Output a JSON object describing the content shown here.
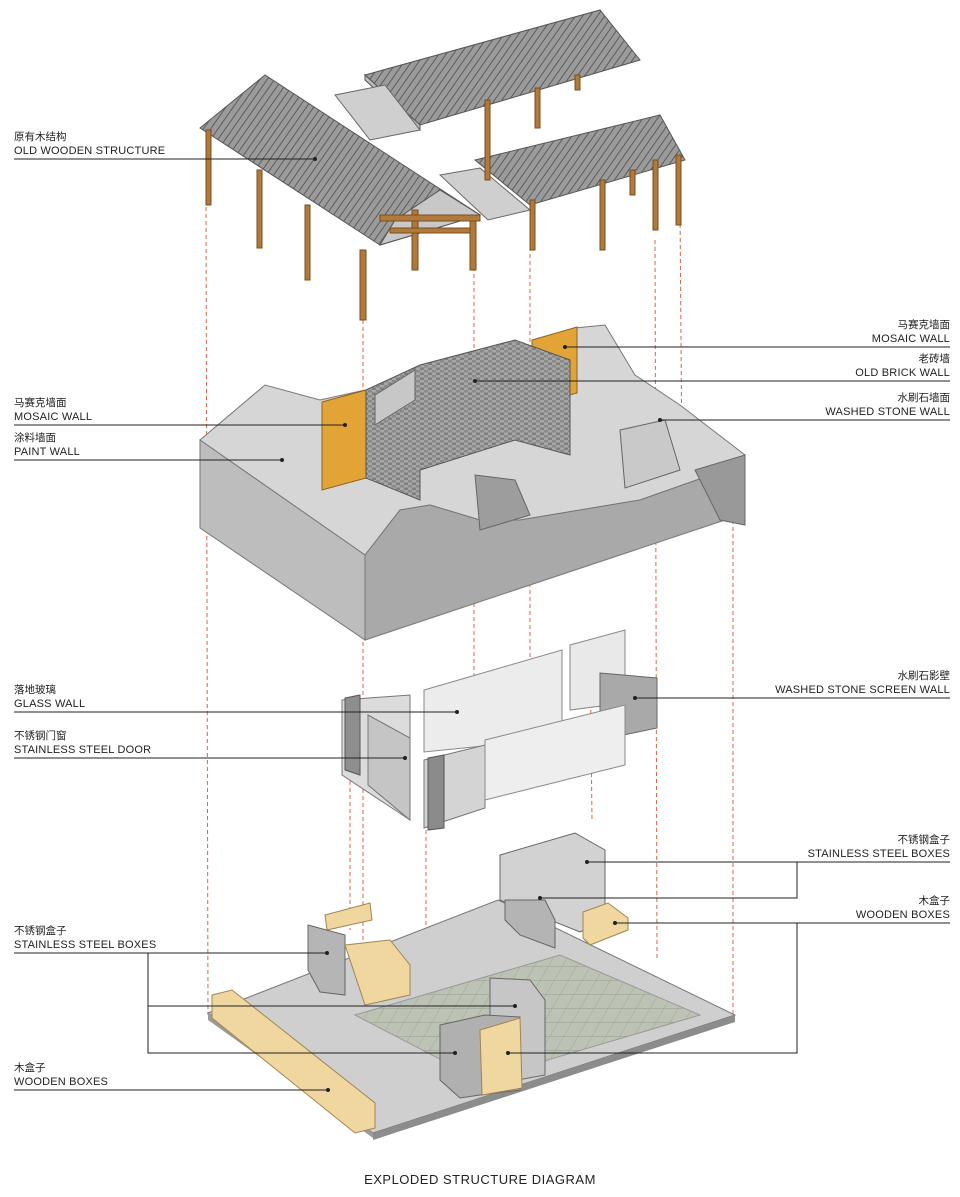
{
  "caption": "EXPLODED STRUCTURE DIAGRAM",
  "labels": {
    "old_wooden_structure": {
      "zh": "原有木结构",
      "en": "OLD WOODEN STRUCTURE"
    },
    "mosaic_wall_left": {
      "zh": "马赛克墙面",
      "en": "MOSAIC WALL"
    },
    "paint_wall": {
      "zh": "涂料墙面",
      "en": "PAINT WALL"
    },
    "mosaic_wall_right": {
      "zh": "马赛克墙面",
      "en": "MOSAIC WALL"
    },
    "old_brick_wall": {
      "zh": "老砖墙",
      "en": "OLD BRICK WALL"
    },
    "washed_stone_wall": {
      "zh": "水刷石墙面",
      "en": "WASHED STONE WALL"
    },
    "glass_wall": {
      "zh": "落地玻璃",
      "en": "GLASS WALL"
    },
    "stainless_steel_door": {
      "zh": "不锈钢门窗",
      "en": "STAINLESS STEEL DOOR"
    },
    "washed_stone_screen_wall": {
      "zh": "水刷石影壁",
      "en": "WASHED STONE SCREEN WALL"
    },
    "stainless_steel_boxes_right": {
      "zh": "不锈钢盒子",
      "en": "STAINLESS STEEL BOXES"
    },
    "wooden_boxes_right": {
      "zh": "木盒子",
      "en": "WOODEN BOXES"
    },
    "stainless_steel_boxes_left": {
      "zh": "不锈钢盒子",
      "en": "STAINLESS STEEL BOXES"
    },
    "wooden_boxes_left": {
      "zh": "木盒子",
      "en": "WOODEN BOXES"
    }
  },
  "colors": {
    "roof": "#8f8f8f",
    "timber": "#b07a3c",
    "wall": "#b9b9b9",
    "mosaic": "#e3a437",
    "brick": "#9a9a9a",
    "glass": "#e6e6e6",
    "wood_box": "#f2d9a3",
    "floor": "#cfcfcf",
    "paving": "#b8c0b0",
    "guide_line": "#d9664a"
  }
}
